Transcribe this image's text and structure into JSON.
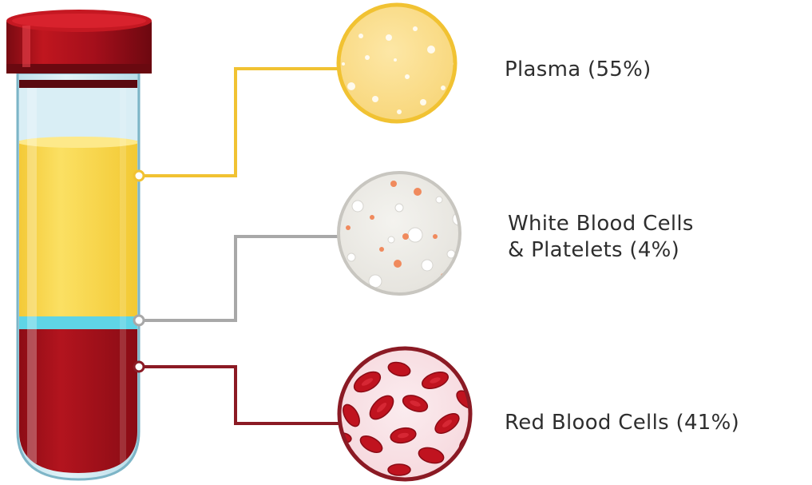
{
  "components": [
    {
      "id": "plasma",
      "label": "Plasma (55%)",
      "label_lines": [
        "Plasma (55%)"
      ],
      "percent": 55,
      "color": "#f9d54a",
      "line_color": "#f1c232"
    },
    {
      "id": "wbc",
      "label": "White Blood Cells & Platelets (4%)",
      "label_lines": [
        "White Blood Cells",
        "& Platelets (4%)"
      ],
      "percent": 4,
      "color": "#5fd4e6",
      "line_color": "#a8a8a8"
    },
    {
      "id": "rbc",
      "label": "Red Blood Cells (41%)",
      "label_lines": [
        "Red Blood Cells (41%)"
      ],
      "percent": 41,
      "color": "#a8111b",
      "line_color": "#8b1a24"
    }
  ],
  "tube": {
    "cap_color": "#a50f1b",
    "glass_color": "#cfe9f1"
  }
}
